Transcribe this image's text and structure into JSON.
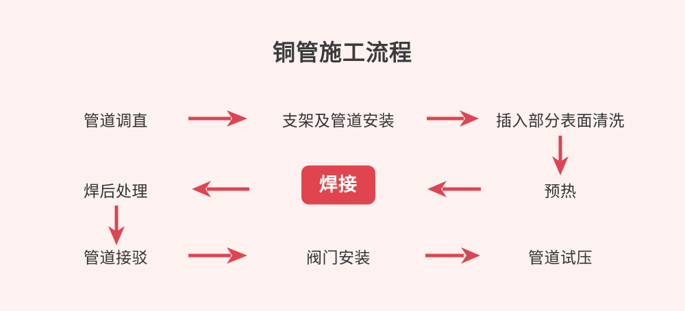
{
  "title": "铜管施工流程",
  "colors": {
    "background": "#fdf2f0",
    "accent": "#e0454f",
    "arrow": "#dd4552",
    "text": "#333333",
    "title_text": "#3b3b3b",
    "highlight_text": "#ffffff"
  },
  "chart_data": {
    "type": "diagram",
    "title": "铜管施工流程",
    "layout": "serpentine-grid-3x3",
    "nodes": [
      {
        "id": "n1",
        "label": "管道调直",
        "row": 1,
        "col": 1,
        "highlight": false
      },
      {
        "id": "n2",
        "label": "支架及管道安装",
        "row": 1,
        "col": 2,
        "highlight": false
      },
      {
        "id": "n3",
        "label": "插入部分表面清洗",
        "row": 1,
        "col": 3,
        "highlight": false
      },
      {
        "id": "n4",
        "label": "预热",
        "row": 2,
        "col": 3,
        "highlight": false
      },
      {
        "id": "n5",
        "label": "焊接",
        "row": 2,
        "col": 2,
        "highlight": true
      },
      {
        "id": "n6",
        "label": "焊后处理",
        "row": 2,
        "col": 1,
        "highlight": false
      },
      {
        "id": "n7",
        "label": "管道接驳",
        "row": 3,
        "col": 1,
        "highlight": false
      },
      {
        "id": "n8",
        "label": "阀门安装",
        "row": 3,
        "col": 2,
        "highlight": false
      },
      {
        "id": "n9",
        "label": "管道试压",
        "row": 3,
        "col": 3,
        "highlight": false
      }
    ],
    "edges": [
      {
        "from": "n1",
        "to": "n2",
        "direction": "right"
      },
      {
        "from": "n2",
        "to": "n3",
        "direction": "right"
      },
      {
        "from": "n3",
        "to": "n4",
        "direction": "down"
      },
      {
        "from": "n4",
        "to": "n5",
        "direction": "left"
      },
      {
        "from": "n5",
        "to": "n6",
        "direction": "left"
      },
      {
        "from": "n6",
        "to": "n7",
        "direction": "down"
      },
      {
        "from": "n7",
        "to": "n8",
        "direction": "right"
      },
      {
        "from": "n8",
        "to": "n9",
        "direction": "right"
      }
    ]
  }
}
